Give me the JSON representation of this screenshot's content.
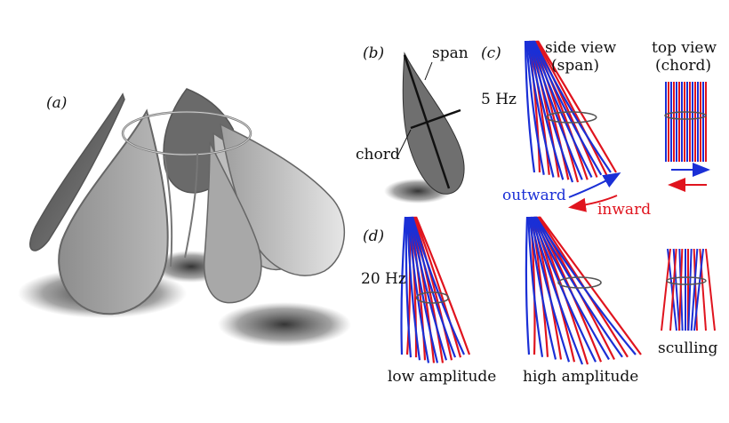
{
  "panels": {
    "a": "(a)",
    "b": "(b)",
    "c": "(c)",
    "d": "(d)"
  },
  "panel_b": {
    "span_label": "span",
    "chord_label": "chord"
  },
  "panel_c": {
    "side_view_line1": "side view",
    "side_view_line2": "(span)",
    "top_view_line1": "top view",
    "top_view_line2": "(chord)",
    "frequency": "5 Hz",
    "outward_label": "outward",
    "inward_label": "inward"
  },
  "panel_d": {
    "frequency": "20 Hz",
    "low_amplitude_label": "low amplitude",
    "high_amplitude_label": "high amplitude",
    "sculling_label": "sculling"
  },
  "colors": {
    "outward": "#1a2fd6",
    "inward": "#e0141e",
    "petal_dark": "#6d6d6d",
    "petal_light": "#c8c8c8"
  }
}
